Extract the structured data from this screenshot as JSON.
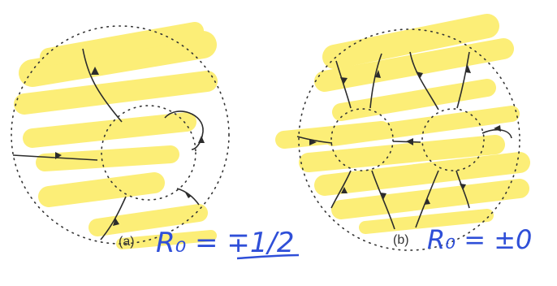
{
  "figure": {
    "panels": [
      {
        "label": "(a)",
        "handwritten_note": "R₀ = ∓1/2"
      },
      {
        "label": "(b)",
        "handwritten_note": "R₀ = ±0"
      }
    ],
    "colors": {
      "highlighter": "#fbe94a",
      "ink": "#2c2c2c",
      "handwriting": "#2f4fd8",
      "circle_dots": "#333333"
    }
  }
}
